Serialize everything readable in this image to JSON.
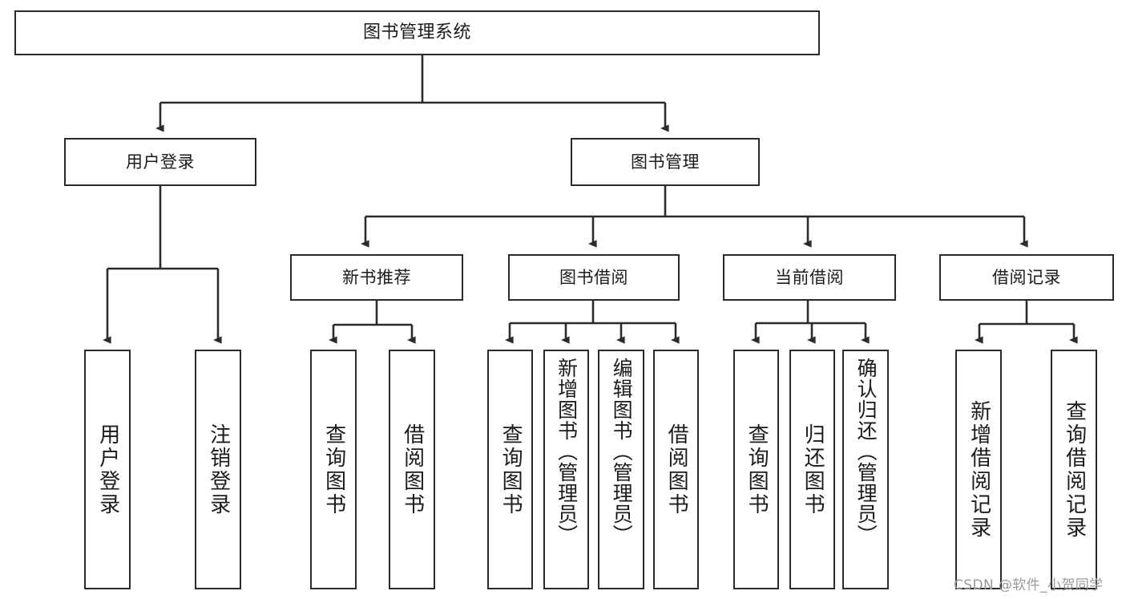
{
  "diagram": {
    "title": "图书管理系统",
    "type": "hierarchy-tree",
    "watermark": "CSDN @软件_小贺同学",
    "root": {
      "id": "root",
      "label": "图书管理系统"
    },
    "level1": [
      {
        "id": "user-login",
        "label": "用户登录"
      },
      {
        "id": "book-manage",
        "label": "图书管理"
      }
    ],
    "level2": [
      {
        "id": "new-book-recommend",
        "label": "新书推荐",
        "parent": "book-manage"
      },
      {
        "id": "book-borrow",
        "label": "图书借阅",
        "parent": "book-manage"
      },
      {
        "id": "current-borrow",
        "label": "当前借阅",
        "parent": "book-manage"
      },
      {
        "id": "borrow-record",
        "label": "借阅记录",
        "parent": "book-manage"
      }
    ],
    "leaves": [
      {
        "id": "leaf-user-login",
        "label": "用户登录",
        "parent": "user-login"
      },
      {
        "id": "leaf-logout-login",
        "label": "注销登录",
        "parent": "user-login"
      },
      {
        "id": "leaf-query-book-1",
        "label": "查询图书",
        "parent": "new-book-recommend"
      },
      {
        "id": "leaf-borrow-book-1",
        "label": "借阅图书",
        "parent": "new-book-recommend"
      },
      {
        "id": "leaf-query-book-2",
        "label": "查询图书",
        "parent": "book-borrow"
      },
      {
        "id": "leaf-add-book",
        "label": "新增图书（管理员）",
        "parent": "book-borrow"
      },
      {
        "id": "leaf-edit-book",
        "label": "编辑图书（管理员）",
        "parent": "book-borrow"
      },
      {
        "id": "leaf-borrow-book-2",
        "label": "借阅图书",
        "parent": "book-borrow"
      },
      {
        "id": "leaf-query-book-3",
        "label": "查询图书",
        "parent": "current-borrow"
      },
      {
        "id": "leaf-return-book",
        "label": "归还图书",
        "parent": "current-borrow"
      },
      {
        "id": "leaf-confirm-return",
        "label": "确认归还（管理员）",
        "parent": "current-borrow"
      },
      {
        "id": "leaf-add-record",
        "label": "新增借阅记录",
        "parent": "borrow-record"
      },
      {
        "id": "leaf-query-record",
        "label": "查询借阅记录",
        "parent": "borrow-record"
      }
    ],
    "colors": {
      "stroke": "#2b2b2b",
      "fill": "#ffffff",
      "text": "#1b1b1b",
      "watermark": "#9a9a9a"
    }
  }
}
